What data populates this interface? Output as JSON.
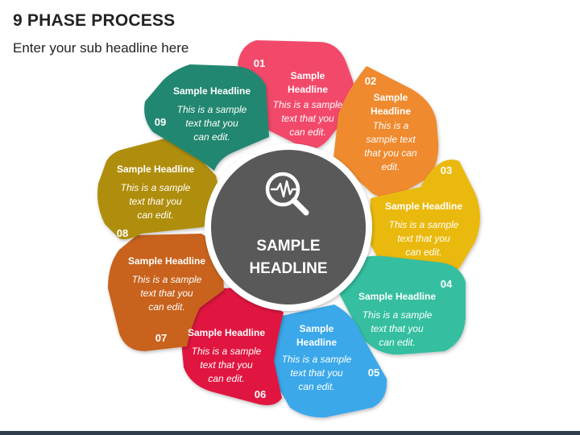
{
  "header": {
    "title": "9 PHASE PROCESS",
    "subtitle": "Enter your sub headline here"
  },
  "center": {
    "icon": "search-pulse-icon",
    "line1": "SAMPLE",
    "line2": "HEADLINE",
    "color": "#595959",
    "ring_color": "#ffffff"
  },
  "phases": [
    {
      "number": "01",
      "headline": [
        "Sample",
        "Headline"
      ],
      "text": [
        "This is a sample",
        "text that you",
        "can edit."
      ],
      "color": "#f24a6b"
    },
    {
      "number": "02",
      "headline": [
        "Sample",
        "Headline"
      ],
      "text": [
        "This is a",
        "sample text",
        "that you can",
        "edit."
      ],
      "color": "#ef8a2e"
    },
    {
      "number": "03",
      "headline": [
        "Sample Headline"
      ],
      "text": [
        "This is a sample",
        "text that you",
        "can edit."
      ],
      "color": "#eab90f"
    },
    {
      "number": "04",
      "headline": [
        "Sample Headline"
      ],
      "text": [
        "This is a sample",
        "text that you",
        "can edit."
      ],
      "color": "#35bfa0"
    },
    {
      "number": "05",
      "headline": [
        "Sample",
        "Headline"
      ],
      "text": [
        "This is a sample",
        "text that you",
        "can edit."
      ],
      "color": "#3ba8ea"
    },
    {
      "number": "06",
      "headline": [
        "Sample Headline"
      ],
      "text": [
        "This is a sample",
        "text that you",
        "can edit."
      ],
      "color": "#e0163f"
    },
    {
      "number": "07",
      "headline": [
        "Sample Headline"
      ],
      "text": [
        "This is a sample",
        "text that you",
        "can edit."
      ],
      "color": "#c8621a"
    },
    {
      "number": "08",
      "headline": [
        "Sample Headline"
      ],
      "text": [
        "This is a sample",
        "text that you",
        "can edit."
      ],
      "color": "#b08e0d"
    },
    {
      "number": "09",
      "headline": [
        "Sample Headline"
      ],
      "text": [
        "This is a sample",
        "text that you",
        "can edit."
      ],
      "color": "#21876f"
    }
  ]
}
